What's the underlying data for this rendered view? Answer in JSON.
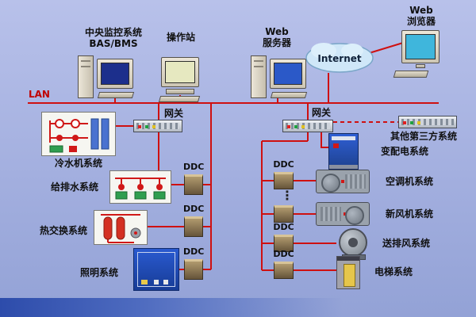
{
  "colors": {
    "line_red": "#cf1010",
    "background_top": "#b8c1ea",
    "background_bottom": "#93a2d6",
    "label_color": "#101010",
    "panel_blue": "#2a5ad0",
    "cloud_fill": "#cfe7f8"
  },
  "top": {
    "central_label_line1": "中央监控系统",
    "central_label_line2": "BAS/BMS",
    "operator_label": "操作站",
    "web_server_line1": "Web",
    "web_server_line2": "服务器",
    "internet_label": "Internet",
    "browser_line1": "Web",
    "browser_line2": "浏览器"
  },
  "lan_label": "LAN",
  "gateway_left_label": "网关",
  "gateway_right_label": "网关",
  "ddc_label": "DDC",
  "dots_vertical": "⋮",
  "left_systems": [
    {
      "label": "冷水机系统"
    },
    {
      "label": "给排水系统"
    },
    {
      "label": "热交换系统"
    },
    {
      "label": "照明系统"
    }
  ],
  "right_systems": [
    {
      "label": "其他第三方系统"
    },
    {
      "label": "变配电系统"
    },
    {
      "label": "空调机系统"
    },
    {
      "label": "新风机系统"
    },
    {
      "label": "送排风系统"
    },
    {
      "label": "电梯系统"
    }
  ]
}
